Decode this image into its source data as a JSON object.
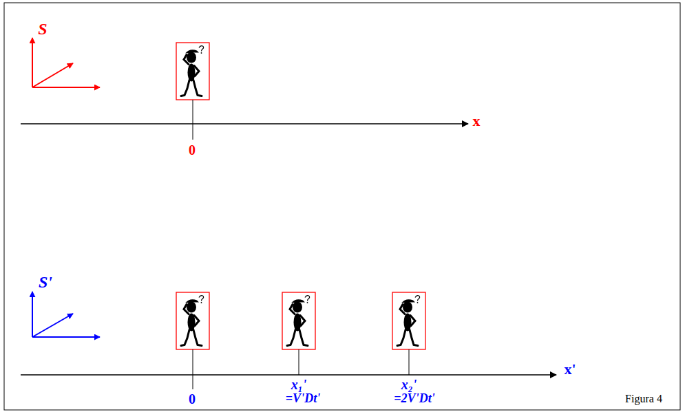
{
  "diagram": {
    "caption": "Figura 4",
    "labels": [
      "S",
      "x",
      "0",
      "S'",
      "x'",
      "0",
      "x₁'",
      "=V'Dt'",
      "x₂'",
      "=2V'Dt'"
    ]
  }
}
